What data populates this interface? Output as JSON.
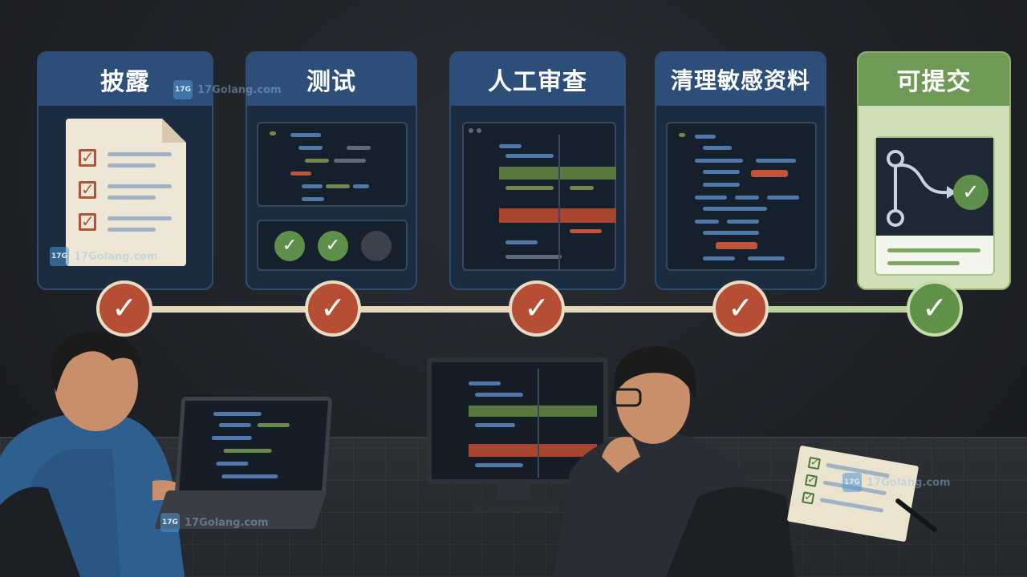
{
  "stages": [
    {
      "id": "disclose",
      "label": "披露",
      "status": "done"
    },
    {
      "id": "test",
      "label": "测试",
      "status": "done"
    },
    {
      "id": "review",
      "label": "人工审查",
      "status": "done"
    },
    {
      "id": "scrub",
      "label": "清理敏感资料",
      "status": "done"
    },
    {
      "id": "ready",
      "label": "可提交",
      "status": "ready"
    }
  ],
  "watermark": {
    "text": "17Golang.com",
    "logo": "17G"
  },
  "icons": {
    "check": "✓",
    "document": "checklist-document-icon",
    "git_branch": "git-branch-icon"
  },
  "colors": {
    "accent_done": "#b64d35",
    "accent_ready": "#5f9148",
    "card_header": "#2c4e78",
    "card_header_ready": "#6f9a55",
    "background": "#1f2227"
  }
}
